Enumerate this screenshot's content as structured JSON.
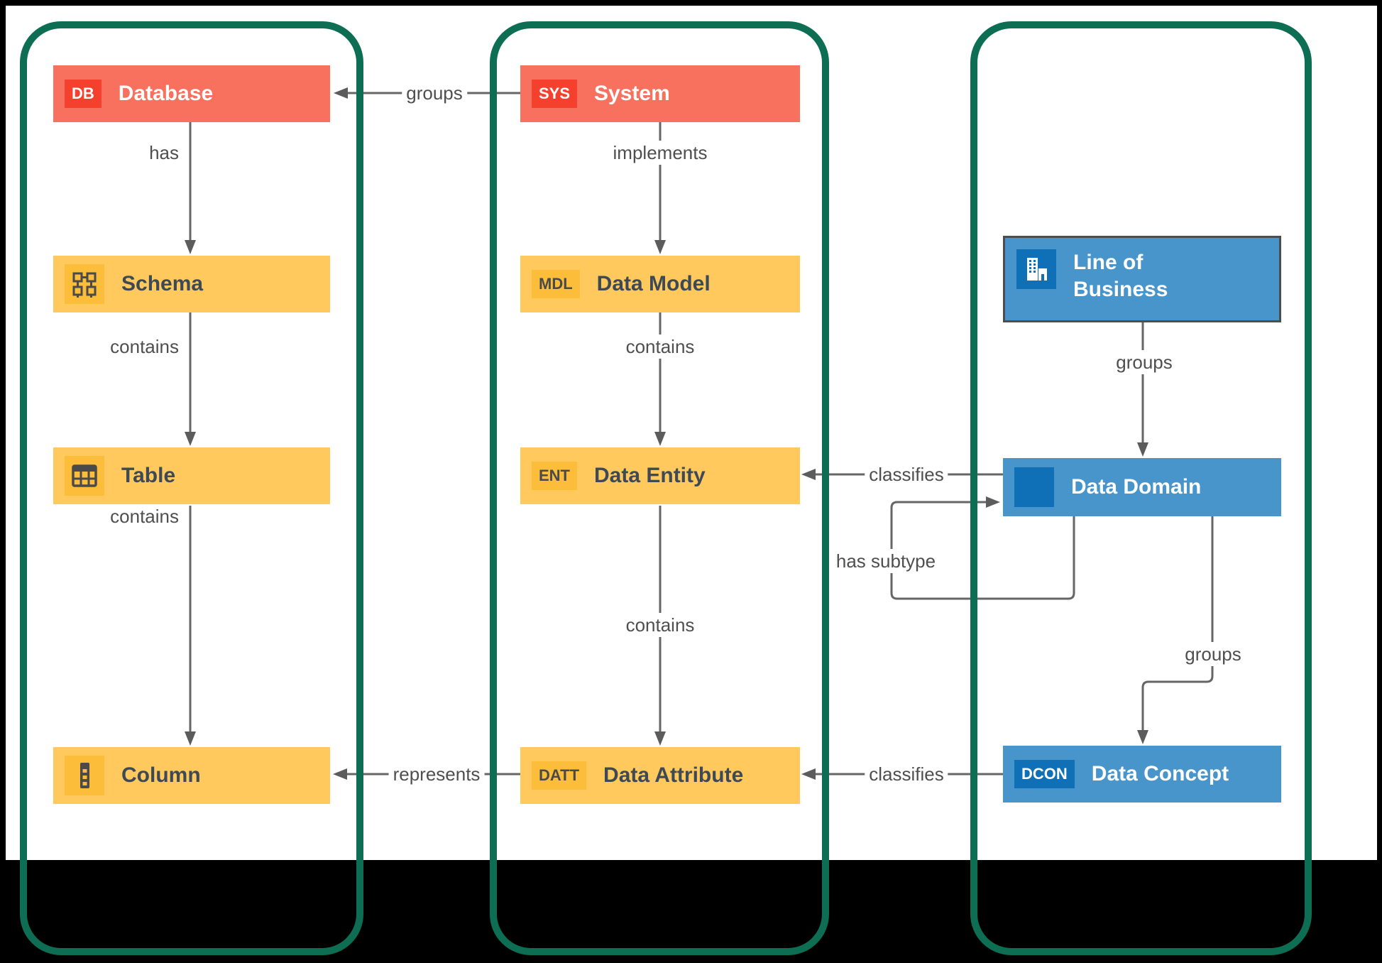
{
  "colors": {
    "lane_border": "#0d6e53",
    "red_node": "#f8705e",
    "red_badge": "#f4402c",
    "yellow_node": "#ffc95e",
    "yellow_badge": "#fbbd3a",
    "blue_node": "#4795cb",
    "blue_badge": "#0f6fb7",
    "connector": "#666666",
    "label_text": "#4f4f4f"
  },
  "nodes": {
    "database": {
      "badge": "DB",
      "title": "Database"
    },
    "schema": {
      "icon": "schema-icon",
      "title": "Schema"
    },
    "table": {
      "icon": "table-icon",
      "title": "Table"
    },
    "column": {
      "icon": "column-icon",
      "title": "Column"
    },
    "system": {
      "badge": "SYS",
      "title": "System"
    },
    "data_model": {
      "badge": "MDL",
      "title": "Data Model"
    },
    "data_entity": {
      "badge": "ENT",
      "title": "Data Entity"
    },
    "data_attribute": {
      "badge": "DATT",
      "title": "Data Attribute"
    },
    "line_of_business": {
      "icon": "building-icon",
      "title": "Line of Business"
    },
    "data_domain": {
      "icon": "square-icon",
      "title": "Data Domain"
    },
    "data_concept": {
      "badge": "DCON",
      "title": "Data Concept"
    }
  },
  "edges": {
    "database_has_schema": "has",
    "schema_contains_table": "contains",
    "table_contains_column": "contains",
    "system_implements_model": "implements",
    "model_contains_entity": "contains",
    "entity_contains_attribute": "contains",
    "system_groups_database": "groups",
    "attribute_represents_column": "represents",
    "domain_classifies_entity": "classifies",
    "concept_classifies_attribute": "classifies",
    "domain_has_subtype": "has subtype",
    "lob_groups_domain": "groups",
    "domain_groups_concept": "groups"
  }
}
